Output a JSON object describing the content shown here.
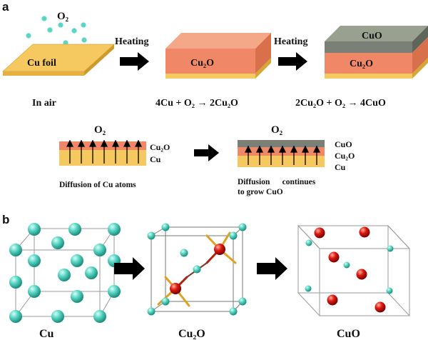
{
  "panel_a": {
    "label": "a",
    "o2": "O₂",
    "cu_foil": "Cu foil",
    "heating_1": "Heating",
    "heating_2": "Heating",
    "block2_cu2o": "Cu₂O",
    "block3_cuo": "CuO",
    "block3_cu2o": "Cu₂O",
    "caption_1": "In air",
    "caption_2": "4Cu + O₂ → 2Cu₂O",
    "caption_3": "2Cu₂O + O₂ → 4CuO",
    "diffusion_left": {
      "title": "O₂",
      "layer_top": "Cu₂O",
      "layer_bottom": "Cu",
      "caption": "Diffusion of Cu atoms"
    },
    "diffusion_right": {
      "title": "O₂",
      "layer_top": "CuO",
      "layer_mid": "Cu₂O",
      "layer_bottom": "Cu",
      "caption_line1": "Diffusion      continues",
      "caption_line2": "to grow CuO"
    }
  },
  "panel_b": {
    "label": "b",
    "caption_cu": "Cu",
    "caption_cu2o": "Cu₂O",
    "caption_cuo": "CuO"
  },
  "colors": {
    "cu_yellow": "#f5c860",
    "cu2o_salmon": "#f08868",
    "cuo_gray": "#7a8076",
    "cu_atom": "#5ad6c4",
    "o_atom": "#cc1111",
    "bond_gold": "#e0a020",
    "arrow_black": "#000000"
  }
}
